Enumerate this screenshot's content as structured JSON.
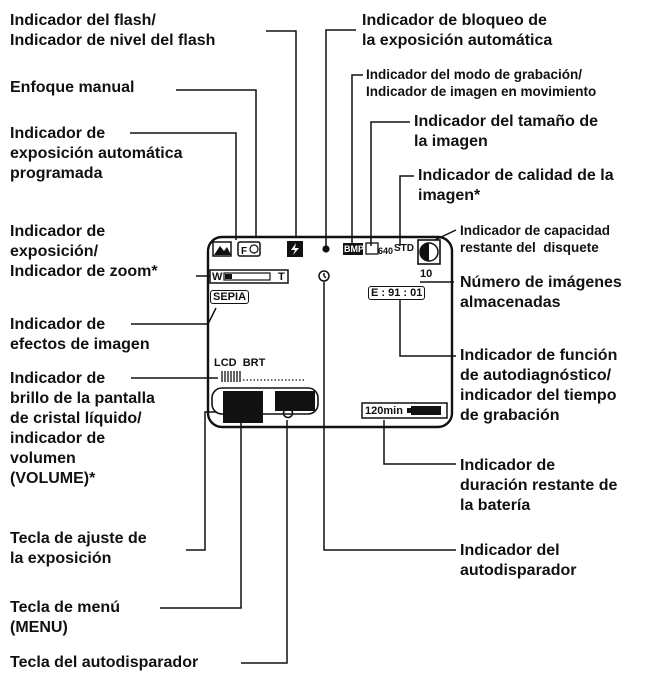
{
  "callouts": {
    "flash": "Indicador del flash/\nIndicador de nivel del flash",
    "manual_focus": "Enfoque manual",
    "program_ae": "Indicador de\nexposición automática\nprogramada",
    "exposure_zoom": "Indicador de\nexposición/\nIndicador de zoom*",
    "picture_effect": "Indicador de\nefectos de imagen",
    "lcd_brightness": "Indicador de\nbrillo de la pantalla\nde cristal líquido/\nindicador de\nvolumen\n(VOLUME)*",
    "exposure_key": "Tecla de ajuste de\nla exposición",
    "menu_key": "Tecla de menú\n(MENU)",
    "self_timer_key": "Tecla del autodisparador",
    "ae_lock": "Indicador de bloqueo de\nla exposición automática",
    "record_mode": "Indicador del modo de grabación/\nIndicador de imagen en movimiento",
    "image_size": "Indicador del tamaño de\nla imagen",
    "image_quality": "Indicador de calidad de la\nimagen*",
    "disk_capacity": "Indicador de capacidad\nrestante del  disquete",
    "stored_images": "Número de imágenes\nalmacenadas",
    "self_diagnosis": "Indicador de función\nde autodiagnóstico/\nindicador del tiempo\nde grabación",
    "battery_time": "Indicador de\nduración restante de\nla batería",
    "self_timer": "Indicador del\nautodisparador"
  },
  "screen": {
    "zoom_w": "W",
    "zoom_t": "T",
    "sepia": "SEPIA",
    "lcd_brt": "LCD  BRT",
    "bmp": "BMP",
    "size": "640",
    "quality": "STD",
    "image_count": "10",
    "diag_code": "E : 91 : 01",
    "battery_time": "120min"
  }
}
